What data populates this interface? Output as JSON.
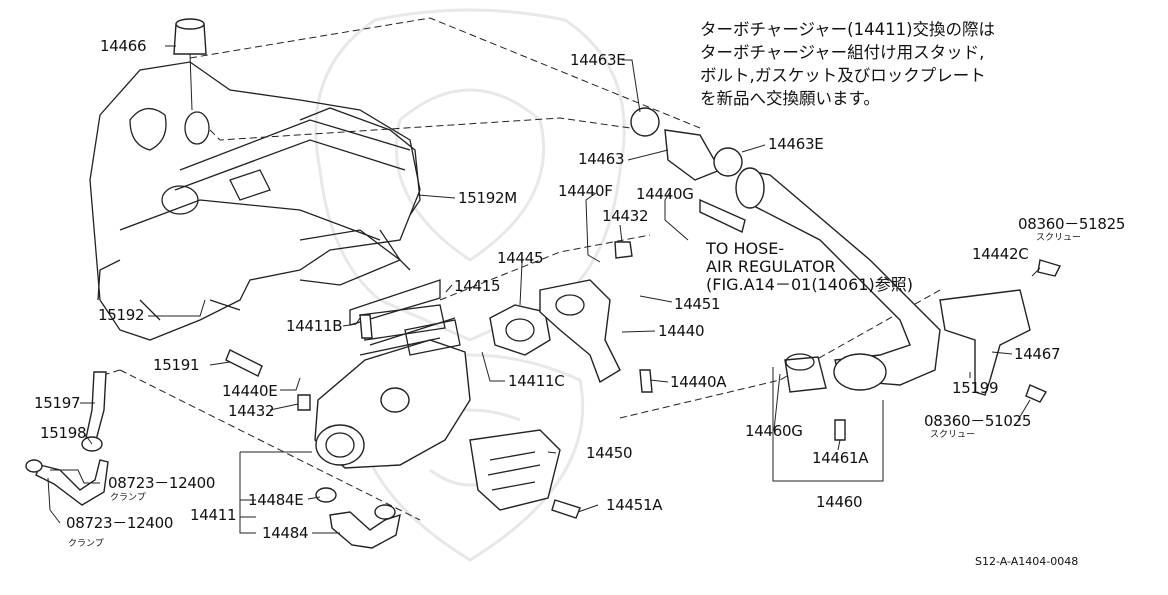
{
  "note_lines": [
    "ターボチャージャー(14411)交換の際は",
    "ターボチャージャー組付け用スタッド,",
    "ボルト,ガスケット及びロックプレート",
    "を新品へ交換願います。"
  ],
  "hose_note": [
    "TO HOSE-",
    "AIR REGULATOR",
    "(FIG.A14－01(14061)参照)"
  ],
  "reference": "S12-A-A1404-0048",
  "parts": {
    "p14466": "14466",
    "p14463E_a": "14463E",
    "p14463": "14463",
    "p14463E_b": "14463E",
    "p15192M": "15192M",
    "p14440F": "14440F",
    "p14440G": "14440G",
    "p14432_a": "14432",
    "p14445": "14445",
    "p14415": "14415",
    "p14451": "14451",
    "p08360_51825": "08360－51825",
    "p14442C": "14442C",
    "p15192": "15192",
    "p14411B": "14411B",
    "p14440": "14440",
    "p15191": "15191",
    "p14467": "14467",
    "p14440E": "14440E",
    "p14411C": "14411C",
    "p14440A": "14440A",
    "p15199": "15199",
    "p15197": "15197",
    "p14432_b": "14432",
    "p08360_51025": "08360－51025",
    "p15198": "15198",
    "p14460G": "14460G",
    "p14461A": "14461A",
    "p14450": "14450",
    "p08723_12400_a": "08723－12400",
    "p14484E": "14484E",
    "p14411": "14411",
    "p14451A": "14451A",
    "p14460": "14460",
    "p08723_12400_b": "08723－12400",
    "p14484": "14484"
  },
  "sub_labels": {
    "screw_a": "スクリュー",
    "screw_b": "スクリュー",
    "clamp_a": "クランプ",
    "clamp_b": "クランプ"
  }
}
